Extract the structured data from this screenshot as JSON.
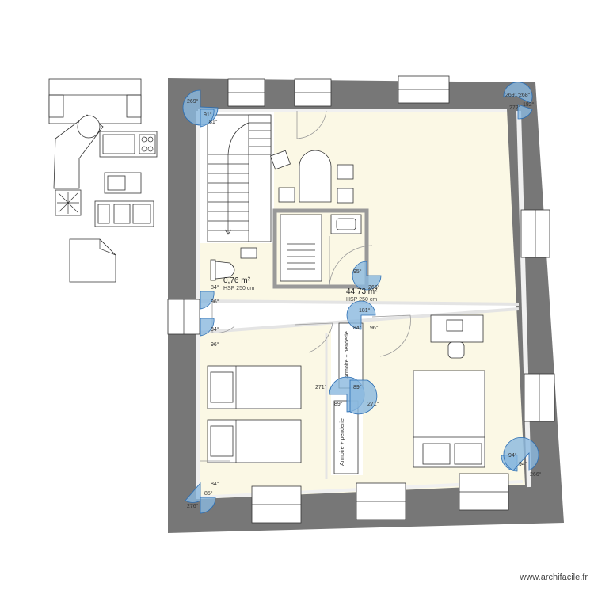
{
  "rooms": [
    {
      "area": "0,76 m²",
      "height": "HSP 250 cm"
    },
    {
      "area": "44,73 m²",
      "height": "HSP 250 cm"
    }
  ],
  "wardrobe_labels": [
    "Armoire + penderie",
    "Armoire + penderie"
  ],
  "angles": [
    "269°",
    "91°",
    "81°",
    "2691°",
    "268°",
    "272°",
    "182°",
    "95°",
    "265°",
    "84°",
    "96°",
    "84°",
    "96°",
    "181°",
    "84°",
    "96°",
    "271°",
    "89°",
    "89°",
    "271°",
    "84°",
    "85°",
    "276°",
    "94°",
    "94°",
    "266°"
  ],
  "watermark": "www.archifacile.fr",
  "colors": {
    "wall": "#777777",
    "floor": "#fbf8e5",
    "protractor": "#8ab8df"
  }
}
